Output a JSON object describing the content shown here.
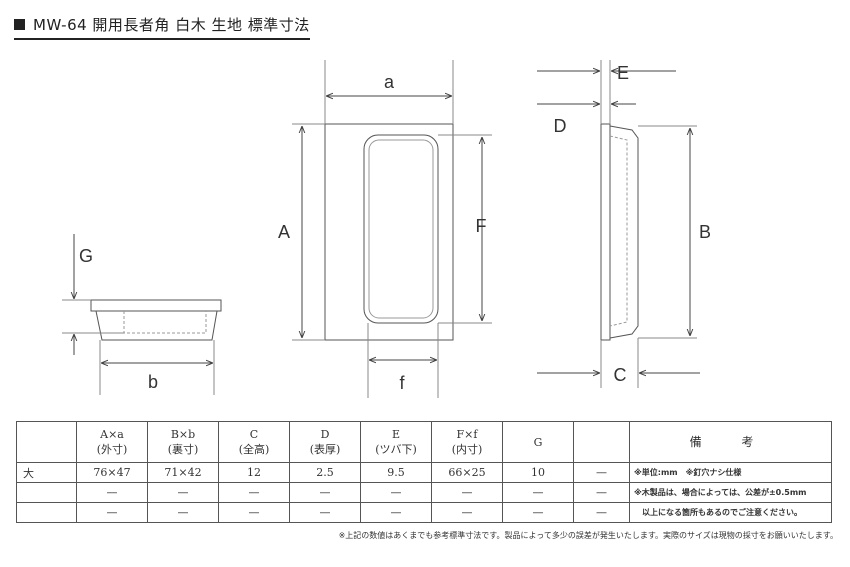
{
  "title": "MW-64 開用長者角 白木 生地 標準寸法",
  "dimension_labels": {
    "a": "a",
    "A": "A",
    "F": "F",
    "f": "f",
    "B": "B",
    "C": "C",
    "D": "D",
    "E": "E",
    "G": "G",
    "b": "b"
  },
  "table": {
    "headers": [
      {
        "main": "",
        "sub": ""
      },
      {
        "main": "A×a",
        "sub": "(外寸)"
      },
      {
        "main": "B×b",
        "sub": "(裏寸)"
      },
      {
        "main": "C",
        "sub": "(全高)"
      },
      {
        "main": "D",
        "sub": "(表厚)"
      },
      {
        "main": "E",
        "sub": "(ツバ下)"
      },
      {
        "main": "F×f",
        "sub": "(内寸)"
      },
      {
        "main": "G",
        "sub": ""
      },
      {
        "main": "",
        "sub": ""
      },
      {
        "main": "備 考",
        "sub": ""
      }
    ],
    "rows": [
      [
        "大",
        "76×47",
        "71×42",
        "12",
        "2.5",
        "9.5",
        "66×25",
        "10",
        "—"
      ],
      [
        "",
        "—",
        "—",
        "—",
        "—",
        "—",
        "—",
        "—",
        "—"
      ],
      [
        "",
        "—",
        "—",
        "—",
        "—",
        "—",
        "—",
        "—",
        "—"
      ]
    ],
    "notes": [
      "※単位:mm　※釘穴ナシ仕様",
      "※木製品は、場合によっては、公差が±0.5mm",
      "　以上になる箇所もあるのでご注意ください。"
    ]
  },
  "footnote": "※上記の数値はあくまでも参考標準寸法です。製品によって多少の誤差が発生いたします。実際のサイズは現物の採寸をお願いいたします。"
}
